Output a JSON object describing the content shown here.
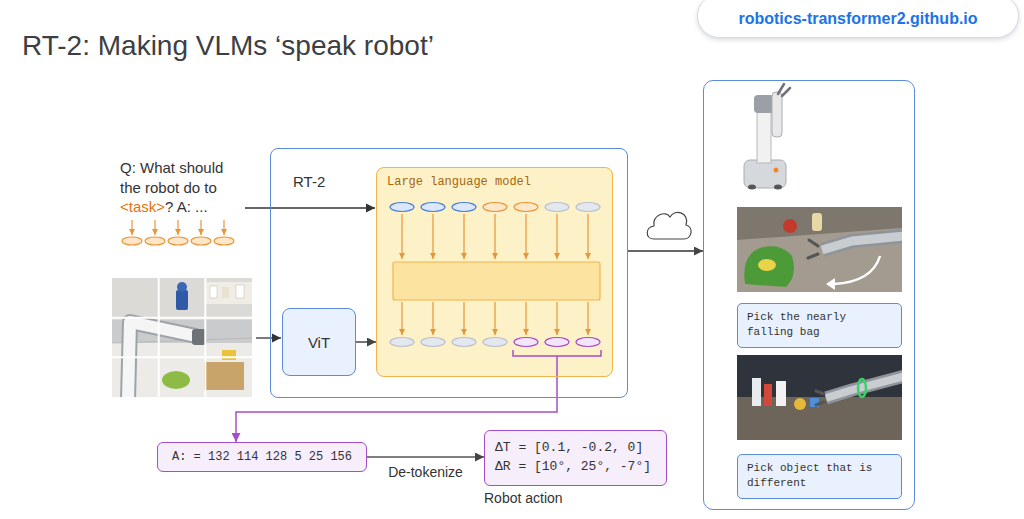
{
  "diagram": {
    "title": "RT-2: Making VLMs ‘speak robot’",
    "nodes": [
      {
        "text": [
          "robotics-transformer2.github.io"
        ]
      },
      {
        "text": [
          "RT-2"
        ]
      },
      {
        "text": [
          "Large language model"
        ],
        "in": 1
      },
      {
        "text": [
          "ViT"
        ],
        "in": 1
      },
      {
        "text": [
          "A: = 132 114 128 5 25 156"
        ]
      },
      {
        "text": [
          "ΔT = [0.1, -0.2, 0]",
          "ΔR = [10°, 25°, -7°]",
          "Robot action"
        ]
      },
      {
        "text": []
      },
      {
        "text": [
          "Pick the nearly falling bag"
        ],
        "in": 6
      },
      {
        "text": [
          "Pick object that is different"
        ],
        "in": 6
      }
    ],
    "edges": [
      {
        "from": 3,
        "to": 2,
        "arrow": "to"
      },
      {
        "from": 2,
        "to": 4,
        "arrow": "to"
      },
      {
        "from": 4,
        "to": 5,
        "label": "De-tokenize",
        "arrow": "to"
      },
      {
        "from": 1,
        "to": 6,
        "arrow": "to"
      }
    ],
    "labels": [
      "Q: What should the robot do to",
      "<task>",
      "? A: ..."
    ]
  }
}
